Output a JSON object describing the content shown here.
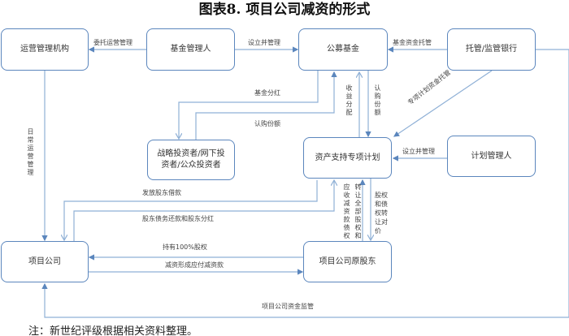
{
  "title": "图表8.  项目公司减资的形式",
  "nodes": {
    "ops": "运营管理机构",
    "fund_manager": "基金管理人",
    "public_fund": "公募基金",
    "custodian": "托管/监管银行",
    "investors": "战略投资者/网下投资者/公众投资者",
    "abs_plan": "资产支持专项计划",
    "plan_manager": "计划管理人",
    "project_co": "项目公司",
    "orig_shareholder": "项目公司原股东"
  },
  "edges": {
    "entrust": "委托运营管理",
    "establish_manage": "设立并管理",
    "fund_custody": "基金资金托管",
    "fund_dividend": "基金分红",
    "subscribe_units": "认购份额",
    "income_dist": "收益分配",
    "subscribe_units_2": "认购份额",
    "plan_custody": "专项计划资金托管",
    "establish_manage_2": "设立并管理",
    "daily_ops": "日常运营管理",
    "loan": "发放股东借款",
    "repay": "股东债务还款和股东分红",
    "transfer_a": "转让全部股权和",
    "transfer_b": "应收减资款债权",
    "consideration": "股权和债权转让对价",
    "hold": "持有100%股权",
    "reduction": "减资形成应付减资款",
    "supervision": "项目公司资金监管"
  },
  "footnote": "注：新世纪评级根据相关资料整理。"
}
